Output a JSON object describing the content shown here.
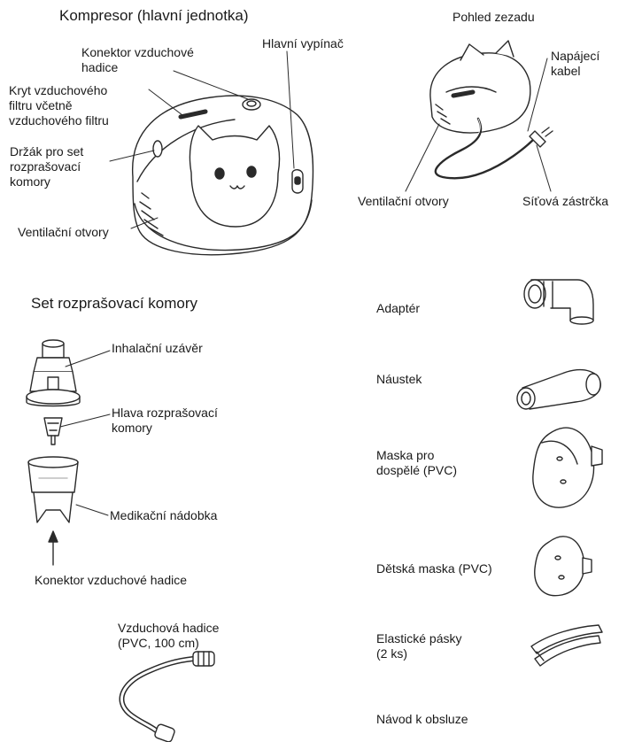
{
  "headers": {
    "compressor": "Kompresor (hlavní jednotka)",
    "rear_view": "Pohled zezadu",
    "nebulizer_set": "Set rozprašovací komory"
  },
  "compressor_labels": {
    "air_hose_connector": "Konektor vzduchové\nhadice",
    "power_switch": "Hlavní vypínač",
    "air_filter_cover": "Kryt vzduchového\nfiltru včetně\nvzduchového filtru",
    "nebulizer_holder": "Držák pro set\nrozprašovací\nkomory",
    "vents": "Ventilační otvory"
  },
  "rear_labels": {
    "power_cable": "Napájecí\nkabel",
    "vents": "Ventilační otvory",
    "plug": "Síťová zástrčka"
  },
  "nebulizer_labels": {
    "inhalation_cap": "Inhalační uzávěr",
    "nebulizer_head": "Hlava rozprašovací\nkomory",
    "medication_cup": "Medikační nádobka",
    "air_hose_connector": "Konektor vzduchové hadice"
  },
  "accessories": {
    "air_hose": "Vzduchová hadice\n(PVC, 100 cm)",
    "adapter": "Adaptér",
    "mouthpiece": "Náustek",
    "adult_mask": "Maska pro\ndospělé (PVC)",
    "child_mask": "Dětská maska (PVC)",
    "elastic_straps": "Elastické pásky\n(2 ks)",
    "manual": "Návod k obsluze"
  },
  "colors": {
    "line": "#2a2a2a",
    "fill": "#ffffff",
    "shade": "#d9d9d9"
  }
}
